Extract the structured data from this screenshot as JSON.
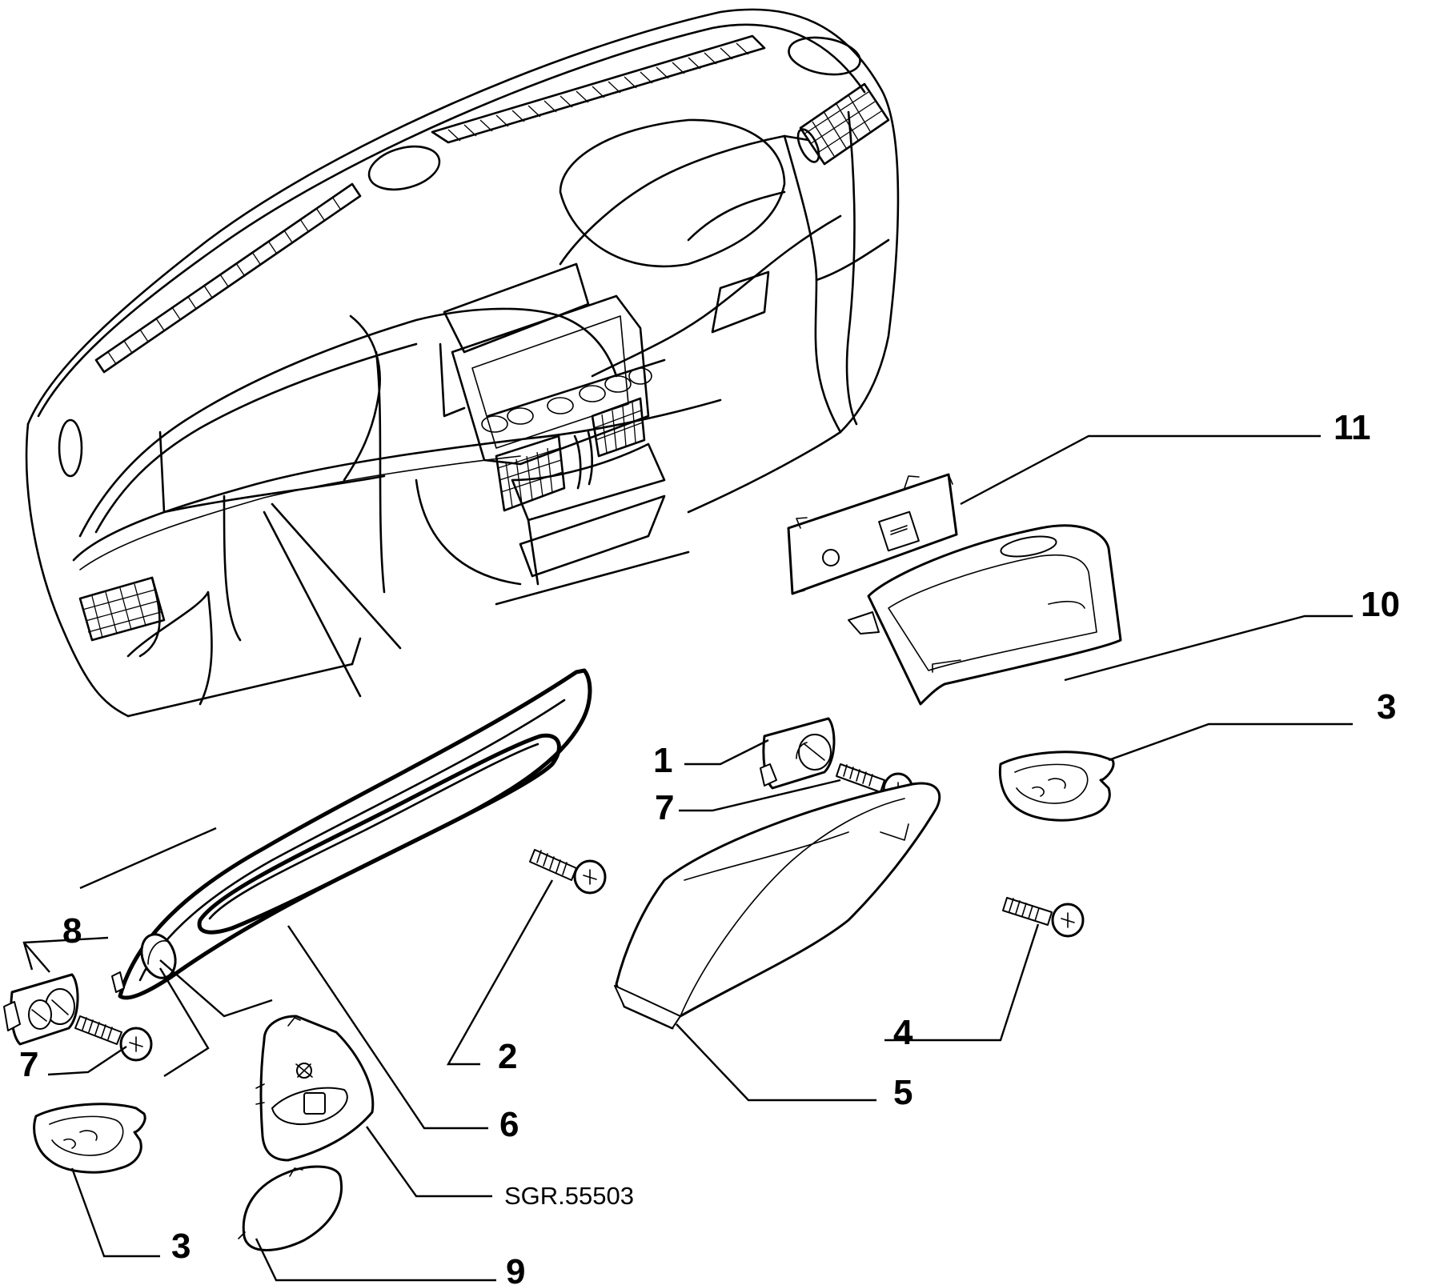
{
  "diagram": {
    "reference_code": "SGR.55503",
    "callouts": [
      {
        "id": "callout-11",
        "label": "11"
      },
      {
        "id": "callout-10",
        "label": "10"
      },
      {
        "id": "callout-3-right",
        "label": "3"
      },
      {
        "id": "callout-1",
        "label": "1"
      },
      {
        "id": "callout-7-upper",
        "label": "7"
      },
      {
        "id": "callout-8",
        "label": "8"
      },
      {
        "id": "callout-7-lower",
        "label": "7"
      },
      {
        "id": "callout-2",
        "label": "2"
      },
      {
        "id": "callout-6",
        "label": "6"
      },
      {
        "id": "callout-4",
        "label": "4"
      },
      {
        "id": "callout-5",
        "label": "5"
      },
      {
        "id": "callout-3-left",
        "label": "3"
      },
      {
        "id": "callout-9",
        "label": "9"
      }
    ]
  }
}
